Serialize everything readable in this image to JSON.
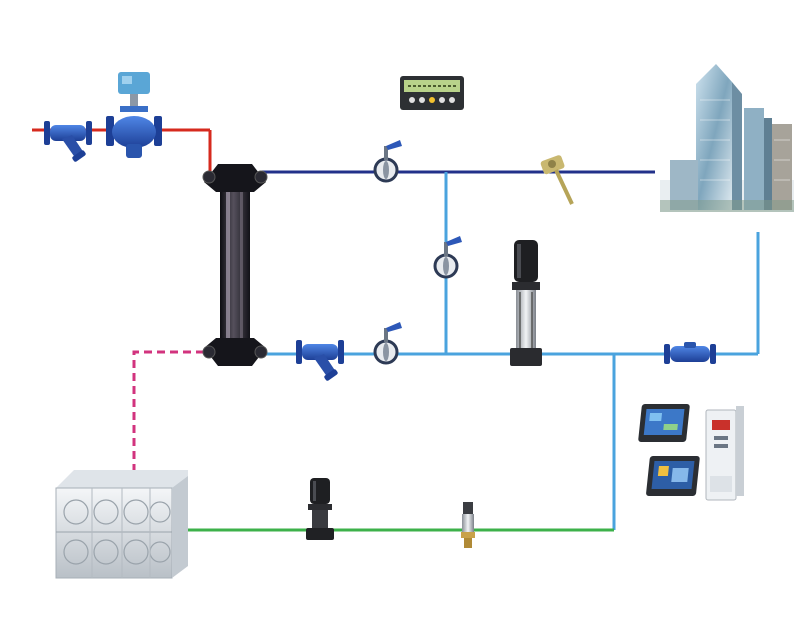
{
  "diagram": {
    "kind": "water supply / heat-exchange process schematic",
    "colors": {
      "primary_supply": "#d62a1e",
      "secondary_supply": "#22318a",
      "secondary_return": "#4aa3de",
      "makeup_water": "#3cb14a",
      "signal_line": "#d2337e",
      "valve_blue": "#2d58b8",
      "hx_plate": "#1c1c24"
    },
    "components": [
      {
        "id": "strainer-inlet",
        "icon": "y-strainer-icon"
      },
      {
        "id": "control-valve",
        "icon": "electric-control-valve-icon"
      },
      {
        "id": "plate-heat-exchanger",
        "icon": "heat-exchanger-icon"
      },
      {
        "id": "controller-panel",
        "icon": "digital-controller-icon"
      },
      {
        "id": "butterfly-valve-supply",
        "icon": "butterfly-valve-icon"
      },
      {
        "id": "temperature-sensor",
        "icon": "temperature-sensor-icon"
      },
      {
        "id": "building",
        "icon": "building-icon"
      },
      {
        "id": "butterfly-valve-bypass",
        "icon": "butterfly-valve-icon"
      },
      {
        "id": "circulation-pump",
        "icon": "vertical-pump-icon"
      },
      {
        "id": "strainer-return",
        "icon": "y-strainer-icon"
      },
      {
        "id": "butterfly-valve-return",
        "icon": "butterfly-valve-icon"
      },
      {
        "id": "check-valve",
        "icon": "check-valve-icon"
      },
      {
        "id": "hmi-touchscreen-top",
        "icon": "touchscreen-icon"
      },
      {
        "id": "hmi-touchscreen-bottom",
        "icon": "touchscreen-icon"
      },
      {
        "id": "frequency-inverter",
        "icon": "inverter-cabinet-icon"
      },
      {
        "id": "water-tank",
        "icon": "water-tank-icon"
      },
      {
        "id": "makeup-pump",
        "icon": "vertical-pump-icon"
      },
      {
        "id": "pressure-transmitter",
        "icon": "pressure-transmitter-icon"
      }
    ]
  }
}
